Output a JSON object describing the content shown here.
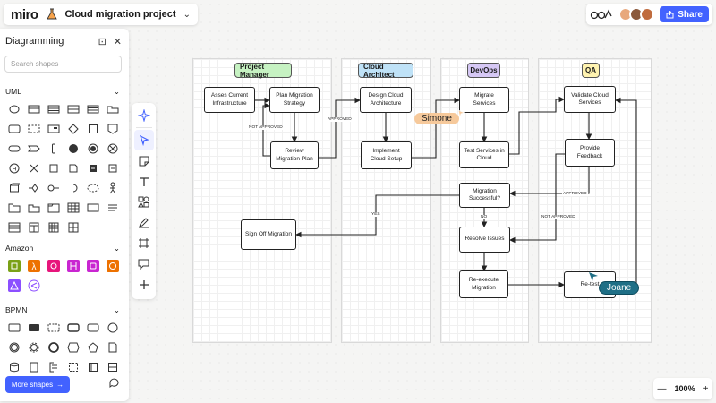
{
  "app": {
    "logo": "miro",
    "board_title": "Cloud migration project",
    "share_label": "Share",
    "zoom": "100%"
  },
  "colors": {
    "accent": "#4262ff",
    "pm": "#c6f2c2",
    "arch": "#bfe2f7",
    "devops": "#d6c8f5",
    "qa": "#fff3b0",
    "simone": "#f6c99b",
    "joane": "#1f6f86"
  },
  "panel": {
    "title": "Diagramming",
    "search_placeholder": "Search shapes",
    "sections": [
      {
        "label": "UML"
      },
      {
        "label": "Amazon"
      },
      {
        "label": "BPMN"
      }
    ],
    "more_shapes": "More shapes"
  },
  "lanes": [
    "Project Manager",
    "Cloud Architect",
    "DevOps",
    "QA"
  ],
  "nodes": {
    "assess": "Asses Current Infrastructure",
    "plan": "Plan Migration Strategy",
    "review": "Review Migration Plan",
    "design": "Design Cloud Architecture",
    "implement": "Implement Cloud Setup",
    "migrate": "Migrate Services",
    "test": "Test Services in Cloud",
    "validate": "Validate Cloud Services",
    "feedback": "Provide Feedback",
    "success": "Migration Successful?",
    "resolve": "Resolve Issues",
    "reexecute": "Re-execute Migration",
    "retest": "Re-test",
    "signoff": "Sign Off Migration"
  },
  "edge_labels": {
    "approved": "APPROVED",
    "not_approved": "NOT APPROVED",
    "yes": "YES",
    "no": "NO"
  },
  "collaborators": [
    "Simone",
    "Joane"
  ]
}
